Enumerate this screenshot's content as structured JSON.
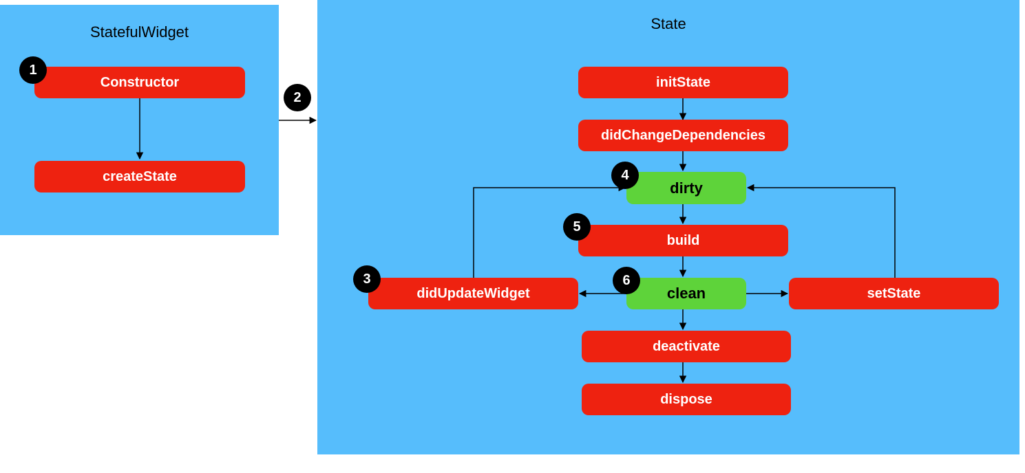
{
  "panels": {
    "stateful_widget": {
      "title": "StatefulWidget"
    },
    "state": {
      "title": "State"
    }
  },
  "nodes": {
    "constructor": "Constructor",
    "create_state": "createState",
    "init_state": "initState",
    "did_change_dependencies": "didChangeDependencies",
    "dirty": "dirty",
    "build": "build",
    "clean": "clean",
    "did_update_widget": "didUpdateWidget",
    "set_state": "setState",
    "deactivate": "deactivate",
    "dispose": "dispose"
  },
  "badges": {
    "b1": "1",
    "b2": "2",
    "b3": "3",
    "b4": "4",
    "b5": "5",
    "b6": "6"
  },
  "colors": {
    "panel": "#56bdfc",
    "node_red": "#ee2210",
    "node_green": "#5ed33a",
    "badge": "#000000",
    "edge": "#000000"
  }
}
